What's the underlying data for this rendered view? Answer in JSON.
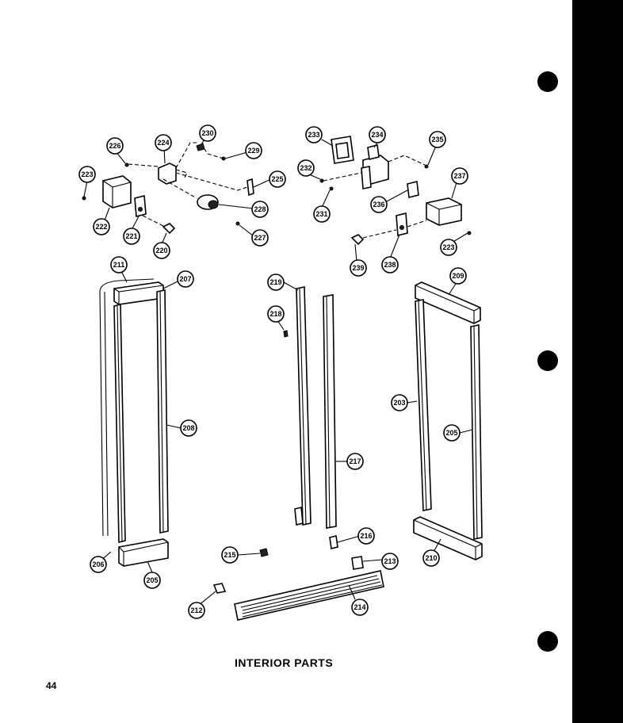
{
  "diagram": {
    "title": "INTERIOR PARTS",
    "page_number": "44",
    "callouts": [
      "226",
      "224",
      "230",
      "229",
      "223",
      "222",
      "221",
      "220",
      "225",
      "228",
      "227",
      "233",
      "234",
      "235",
      "232",
      "231",
      "236",
      "237",
      "238",
      "239",
      "223",
      "211",
      "207",
      "208",
      "206",
      "205",
      "219",
      "218",
      "217",
      "216",
      "215",
      "212",
      "213",
      "214",
      "209",
      "203",
      "205",
      "210"
    ]
  }
}
